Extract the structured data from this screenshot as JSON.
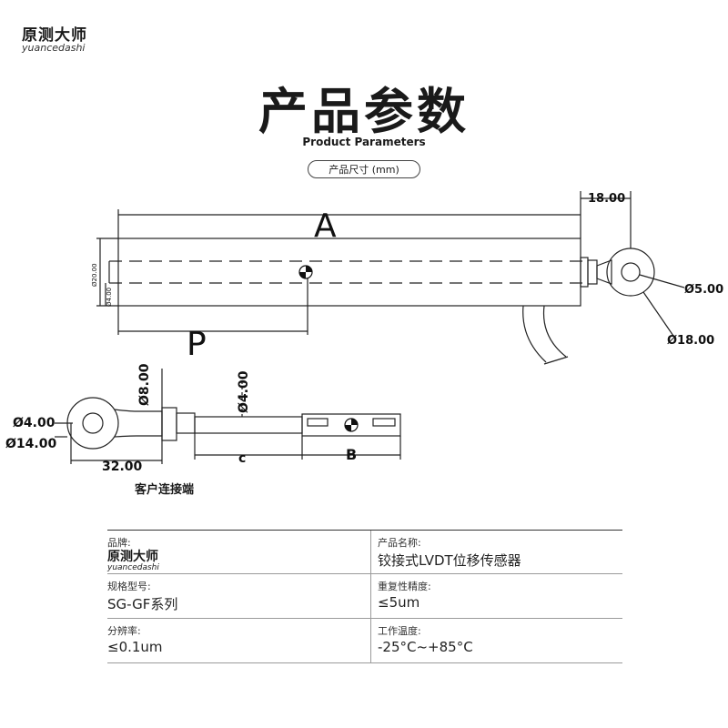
{
  "logo": {
    "cn": "原测大师",
    "en": "yuancedashi"
  },
  "header": {
    "title_cn": "产品参数",
    "title_en": "Product Parameters",
    "dim_label": "产品尺寸 (mm)"
  },
  "drawing": {
    "label_A": "A",
    "label_P": "P",
    "label_B": "B",
    "label_c": "c",
    "dim_18": "18.00",
    "dim_d5": "Ø5.00",
    "dim_d18": "Ø18.00",
    "dim_d20": "Ø20.00",
    "dim_d4_small": "Ø4.00",
    "dim_d8": "Ø8.00",
    "dim_d4_rod": "Ø4.00",
    "dim_d4_eye": "Ø4.00",
    "dim_d14": "Ø14.00",
    "dim_32": "32.00",
    "client_label": "客户连接端"
  },
  "specs": {
    "brand_label": "品牌:",
    "brand_cn": "原测大师",
    "brand_en": "yuancedashi",
    "name_label": "产品名称:",
    "name_value": "铰接式LVDT位移传感器",
    "model_label": "规格型号:",
    "model_value": "SG-GF系列",
    "repeat_label": "重复性精度:",
    "repeat_value": "≤5um",
    "resolution_label": "分辨率:",
    "resolution_value": "≤0.1um",
    "temp_label": "工作温度:",
    "temp_value": "-25°C~+85°C"
  }
}
